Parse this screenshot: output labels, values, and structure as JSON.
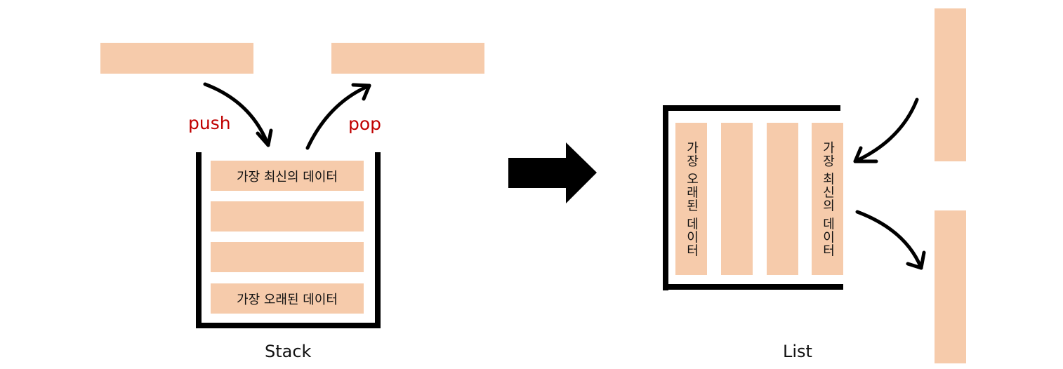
{
  "colors": {
    "block": "#f6cbab",
    "wall": "#000000",
    "operation_text": "#c00000"
  },
  "stack": {
    "caption": "Stack",
    "push_label": "push",
    "pop_label": "pop",
    "top_label": "가장 최신의 데이터",
    "bottom_label": "가장 오래된 데이터"
  },
  "list": {
    "caption": "List",
    "oldest_label": "가장 오래된 데이터",
    "newest_label": "가장 최신의 데이터"
  }
}
